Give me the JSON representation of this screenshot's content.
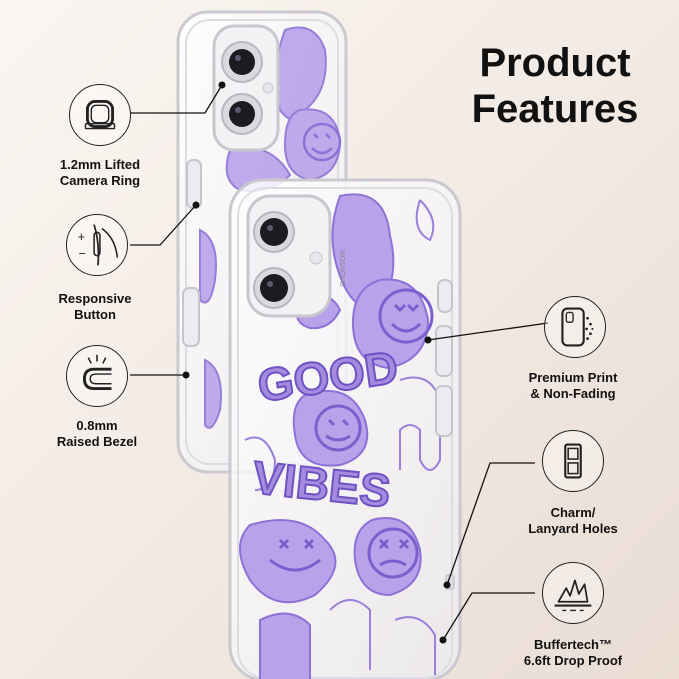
{
  "title": {
    "line1": "Product",
    "line2": "Features"
  },
  "phone_case": {
    "brand_mark": "MOSNOVO",
    "print_text_1": "GOOD",
    "print_text_2": "VIBES",
    "print_color": "#a58be0"
  },
  "features": [
    {
      "icon": "camera-ring-icon",
      "line1": "1.2mm Lifted",
      "line2": "Camera Ring"
    },
    {
      "icon": "button-icon",
      "line1": "Responsive",
      "line2": "Button"
    },
    {
      "icon": "bezel-icon",
      "line1": "0.8mm",
      "line2": "Raised Bezel"
    },
    {
      "icon": "print-icon",
      "line1": "Premium Print",
      "line2": "& Non-Fading"
    },
    {
      "icon": "lanyard-holes-icon",
      "line1": "Charm/",
      "line2": "Lanyard Holes"
    },
    {
      "icon": "drop-proof-icon",
      "line1": "Buffertech™",
      "line2": "6.6ft Drop Proof"
    }
  ]
}
